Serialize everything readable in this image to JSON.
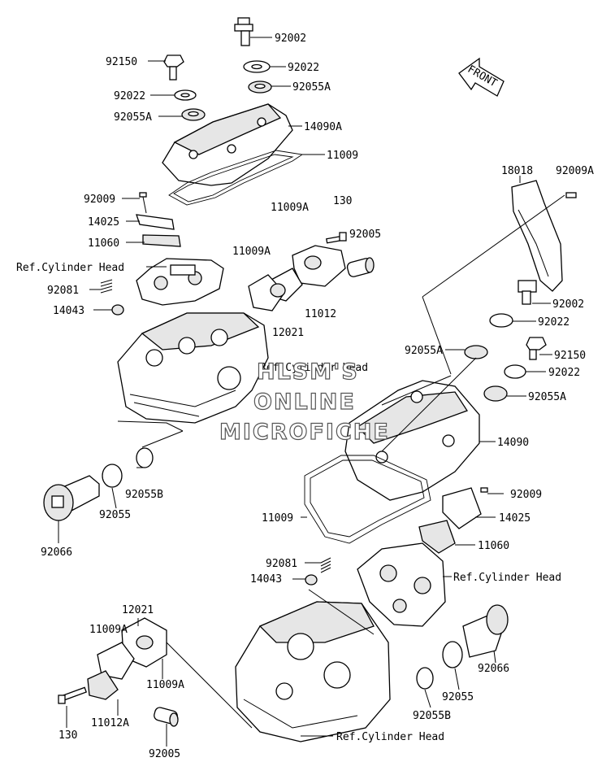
{
  "labels": {
    "l_92002_top": "92002",
    "l_92150_top": "92150",
    "l_92022_top_r": "92022",
    "l_92022_top_l": "92022",
    "l_92055A_top_r": "92055A",
    "l_92055A_top_l": "92055A",
    "l_14090A": "14090A",
    "l_11009_top": "11009",
    "l_92009_top": "92009",
    "l_14025_top": "14025",
    "l_11060_top": "11060",
    "l_refcyl_top": "Ref.Cylinder Head",
    "l_130_top": "130",
    "l_11009A_top_r": "11009A",
    "l_92005_top": "92005",
    "l_11009A_top_l": "11009A",
    "l_11012": "11012",
    "l_12021_top": "12021",
    "l_92081_top": "92081",
    "l_14043_top": "14043",
    "l_refcyl_mid": "Ref.Cylinder Head",
    "l_18018": "18018",
    "l_92009A": "92009A",
    "l_92002_right": "92002",
    "l_92022_right_a": "92022",
    "l_92055A_right_l": "92055A",
    "l_92150_right": "92150",
    "l_92022_right_b": "92022",
    "l_92055A_right_r": "92055A",
    "l_14090": "14090",
    "l_92055B_top": "92055B",
    "l_92055_top": "92055",
    "l_92066_top": "92066",
    "l_92009_bot": "92009",
    "l_11009_bot": "11009",
    "l_14025_bot": "14025",
    "l_11060_bot": "11060",
    "l_92081_bot": "92081",
    "l_14043_bot": "14043",
    "l_refcyl_bot_r": "Ref.Cylinder Head",
    "l_12021_bot": "12021",
    "l_11009A_bot_l": "11009A",
    "l_11009A_bot_r": "11009A",
    "l_130_bot": "130",
    "l_11012A": "11012A",
    "l_92005_bot": "92005",
    "l_92066_bot": "92066",
    "l_92055_bot": "92055",
    "l_92055B_bot": "92055B",
    "l_refcyl_bot": "Ref.Cylinder Head"
  },
  "front_arrow": "FRONT",
  "watermark": {
    "line1": "HLSM'S",
    "line2": "ONLINE",
    "line3": "MICROFICHE"
  },
  "colors": {
    "ink": "#000000",
    "paper": "#ffffff",
    "watermark_outline": "#555555"
  }
}
